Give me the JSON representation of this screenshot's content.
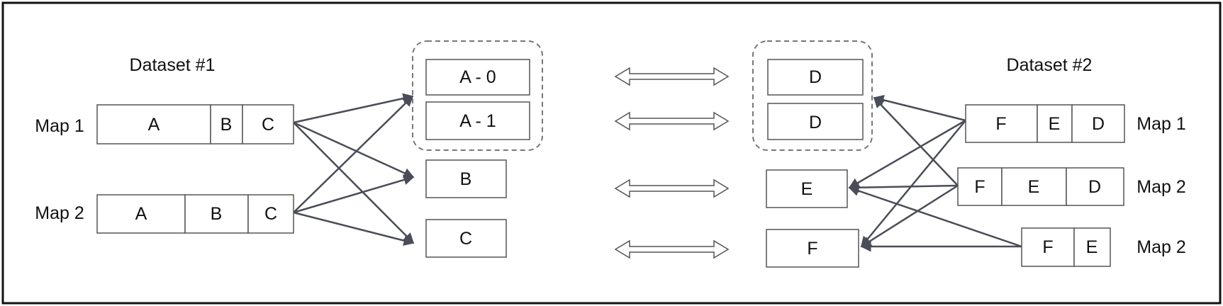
{
  "left": {
    "title": "Dataset #1",
    "maps": [
      {
        "label": "Map 1",
        "cells": [
          "A",
          "B",
          "C"
        ]
      },
      {
        "label": "Map 2",
        "cells": [
          "A",
          "B",
          "C"
        ]
      }
    ],
    "partitions": [
      "A - 0",
      "A - 1",
      "B",
      "C"
    ]
  },
  "right": {
    "title": "Dataset #2",
    "maps": [
      {
        "label": "Map 1",
        "cells": [
          "F",
          "E",
          "D"
        ]
      },
      {
        "label": "Map 2",
        "cells": [
          "F",
          "E",
          "D"
        ]
      },
      {
        "label": "Map 2",
        "cells": [
          "F",
          "E"
        ]
      }
    ],
    "partitions": [
      "D",
      "D",
      "E",
      "F"
    ]
  },
  "colors": {
    "frame": "#111111",
    "box_border": "#555555",
    "arrow": "#4a4d57",
    "group_dash": "#777777"
  }
}
